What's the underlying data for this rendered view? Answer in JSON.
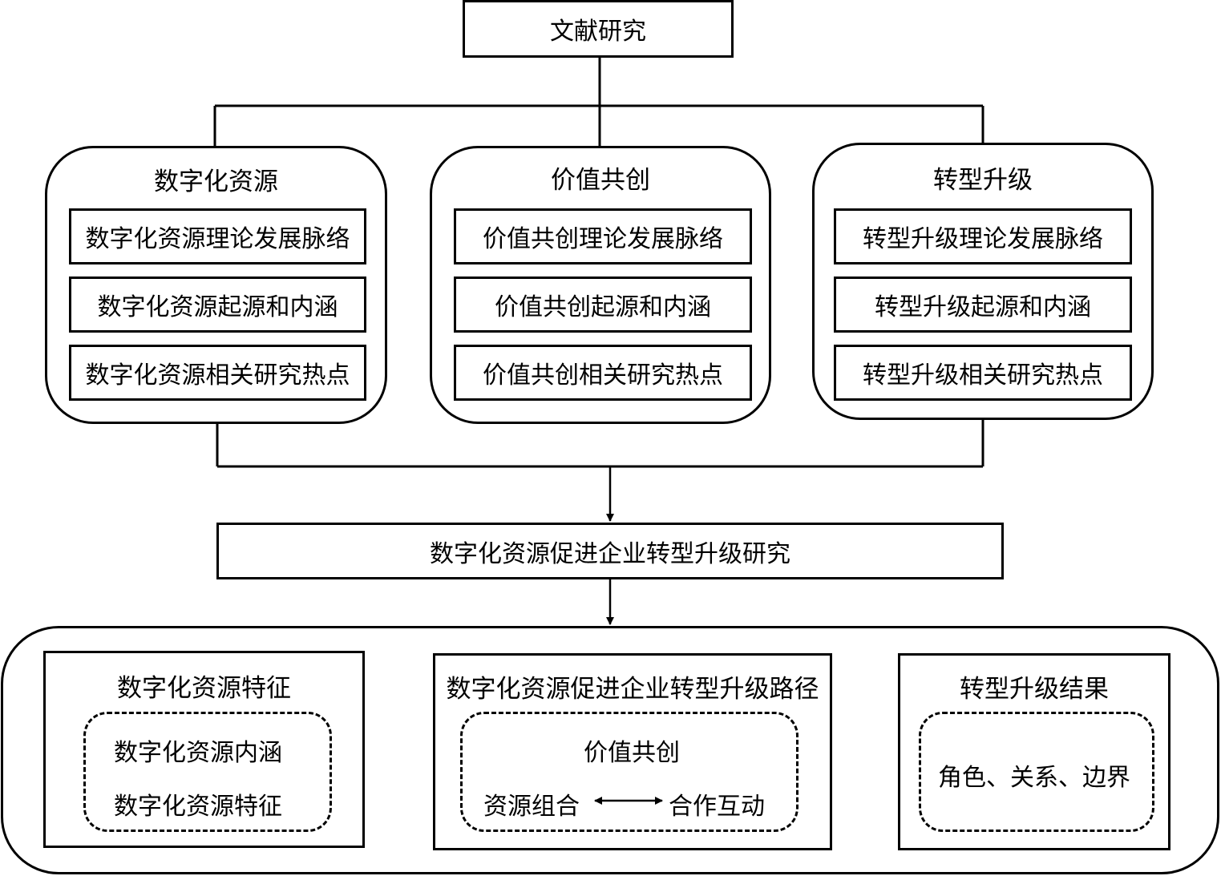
{
  "top": {
    "label": "文献研究"
  },
  "groups": [
    {
      "title": "数字化资源",
      "items": [
        "数字化资源理论发展脉络",
        "数字化资源起源和内涵",
        "数字化资源相关研究热点"
      ]
    },
    {
      "title": "价值共创",
      "items": [
        "价值共创理论发展脉络",
        "价值共创起源和内涵",
        "价值共创相关研究热点"
      ]
    },
    {
      "title": "转型升级",
      "items": [
        "转型升级理论发展脉络",
        "转型升级起源和内涵",
        "转型升级相关研究热点"
      ]
    }
  ],
  "middle": {
    "label": "数字化资源促进企业转型升级研究"
  },
  "bottom": {
    "left": {
      "title": "数字化资源特征",
      "items": [
        "数字化资源内涵",
        "数字化资源特征"
      ]
    },
    "center": {
      "title": "数字化资源促进企业转型升级路径",
      "inner_title": "价值共创",
      "left_term": "资源组合",
      "right_term": "合作互动"
    },
    "right": {
      "title": "转型升级结果",
      "item": "角色、关系、边界"
    }
  }
}
